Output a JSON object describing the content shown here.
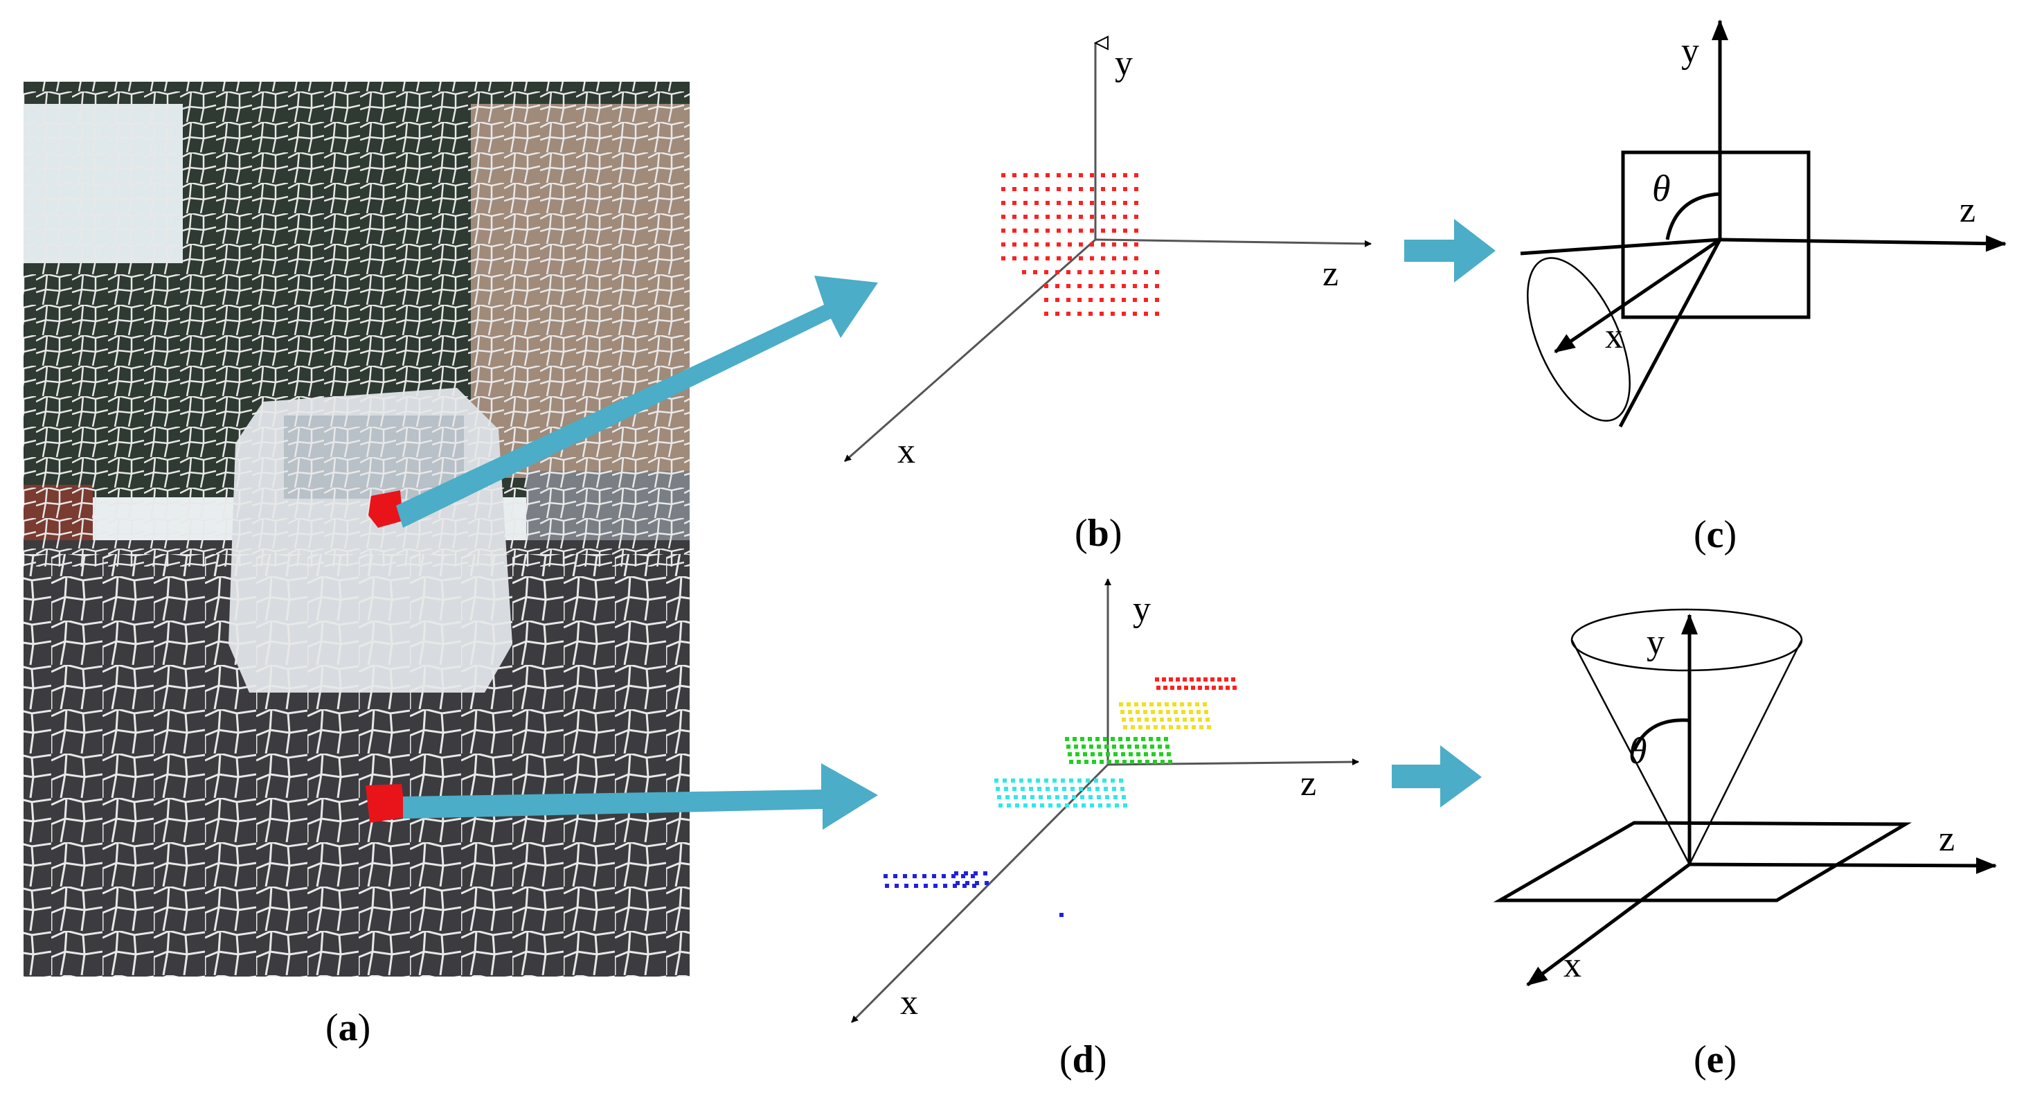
{
  "captions": {
    "a": {
      "open": "(",
      "letter": "a",
      "close": ")"
    },
    "b": {
      "open": "(",
      "letter": "b",
      "close": ")"
    },
    "c": {
      "open": "(",
      "letter": "c",
      "close": ")"
    },
    "d": {
      "open": "(",
      "letter": "d",
      "close": ")"
    },
    "e": {
      "open": "(",
      "letter": "e",
      "close": ")"
    }
  },
  "axes": {
    "x": "x",
    "y": "y",
    "z": "z"
  },
  "angle_symbol": "θ",
  "colors": {
    "arrow": "#4badc7",
    "highlight": "#e8141a",
    "seg_line": "#e8e8e8",
    "point_red": "#ff2020",
    "point_yellow": "#f0e020",
    "point_green": "#20d020",
    "point_cyan": "#30e8e8",
    "point_blue": "#2020e0",
    "road": "#3c3c40",
    "van": "#d8dce0",
    "trees": "#2e3a32",
    "sky": "#e8eef0",
    "building": "#a08a7a"
  },
  "panel_d_point_layers": [
    "point_red",
    "point_yellow",
    "point_green",
    "point_cyan",
    "point_blue"
  ]
}
